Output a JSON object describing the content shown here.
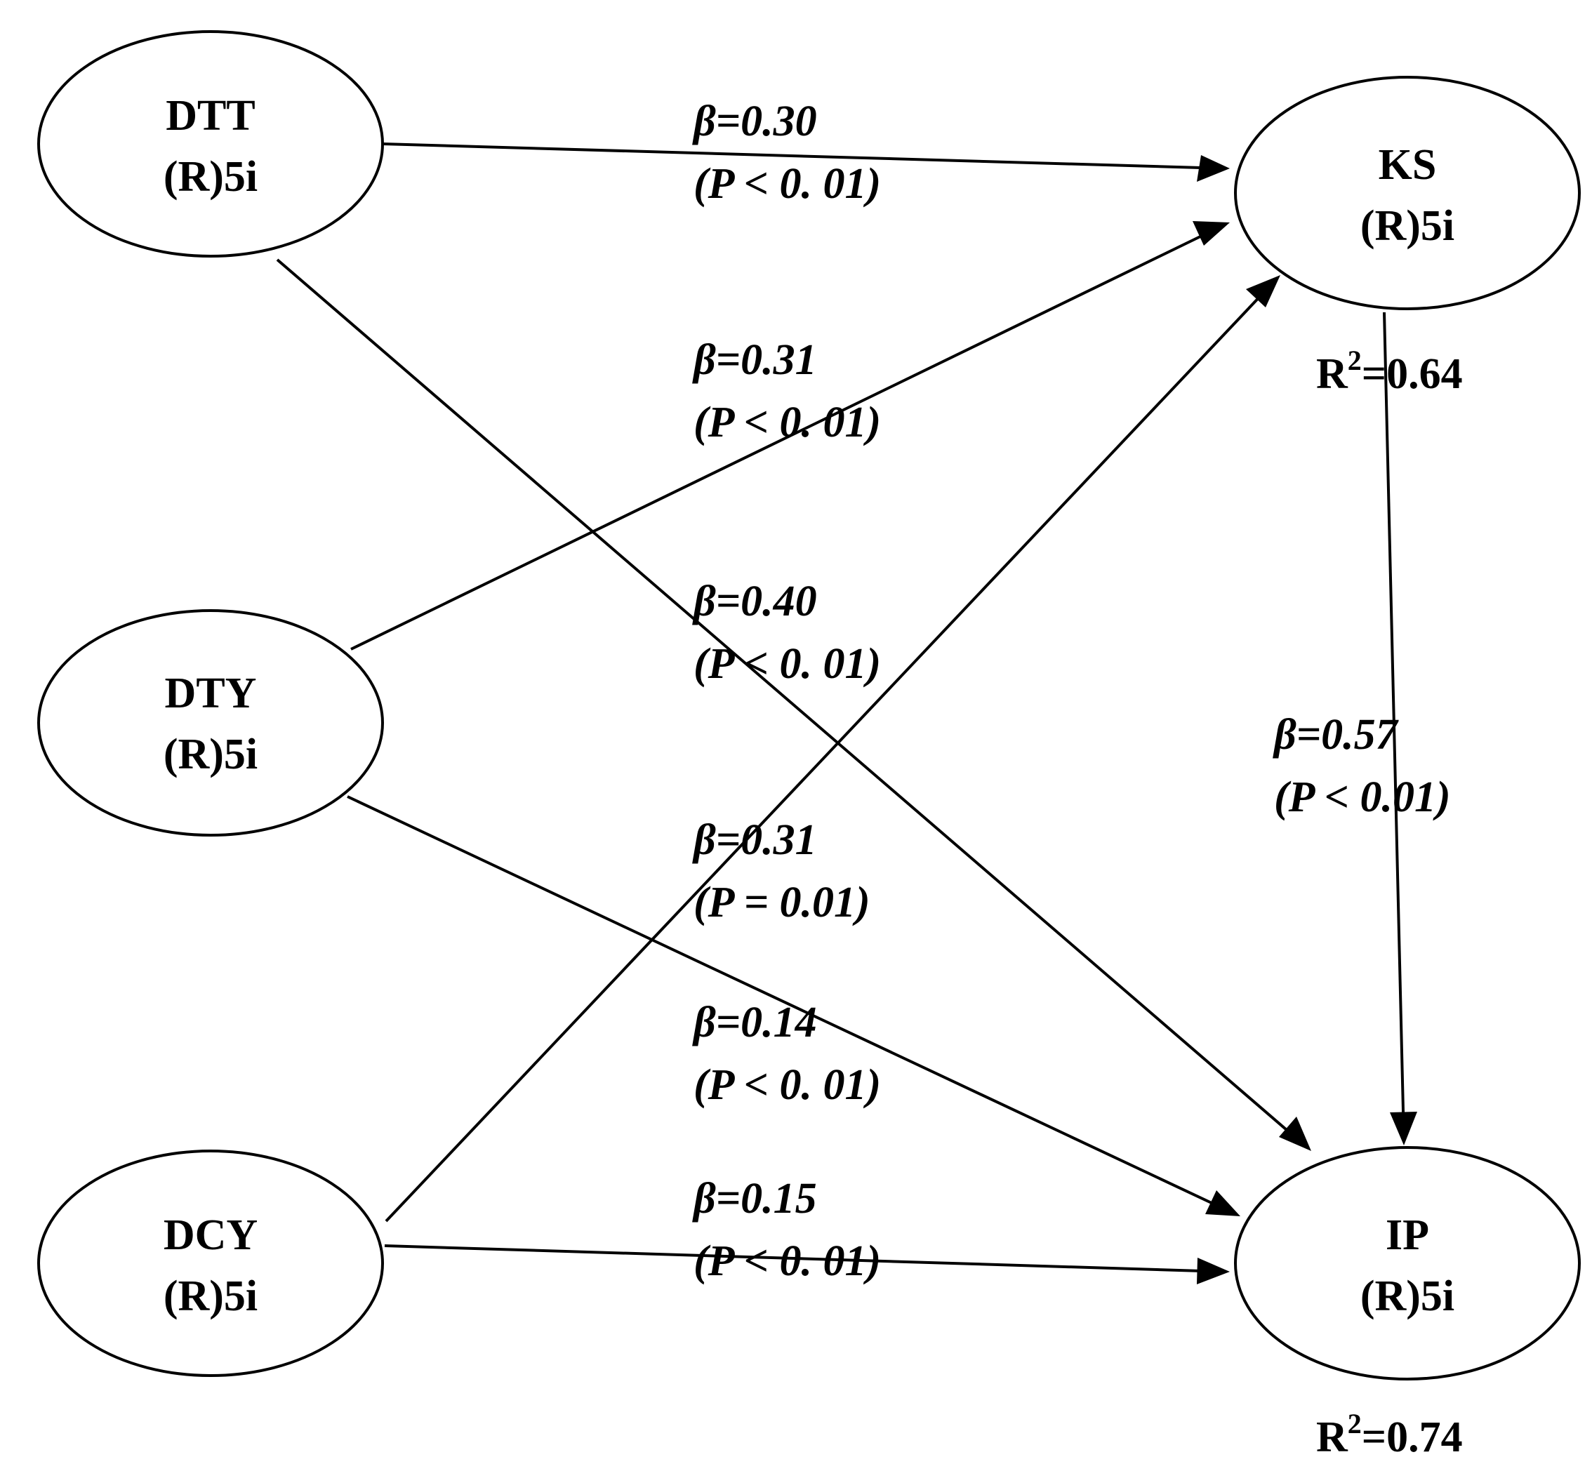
{
  "nodes": {
    "dtt": {
      "name": "DTT",
      "sub": "(R)5i"
    },
    "dty": {
      "name": "DTY",
      "sub": "(R)5i"
    },
    "dcy": {
      "name": "DCY",
      "sub": "(R)5i"
    },
    "ks": {
      "name": "KS",
      "sub": "(R)5i"
    },
    "ip": {
      "name": "IP",
      "sub": "(R)5i"
    }
  },
  "paths": {
    "dtt_ks": {
      "beta": "β=0.30",
      "p": "(P < 0. 01)"
    },
    "dty_ks": {
      "beta": "β=0.31",
      "p": "(P < 0. 01)"
    },
    "dtt_ip": {
      "beta": "β=0.40",
      "p": "(P < 0. 01)"
    },
    "dcy_ks": {
      "beta": "β=0.31",
      "p": "(P = 0.01)"
    },
    "dty_ip": {
      "beta": "β=0.14",
      "p": "(P < 0. 01)"
    },
    "dcy_ip": {
      "beta": "β=0.15",
      "p": "(P < 0. 01)"
    },
    "ks_ip": {
      "beta": "β=0.57",
      "p": "(P < 0.01)"
    }
  },
  "r2": {
    "ks": {
      "label": "R",
      "sup": "2",
      "value": "=0.64"
    },
    "ip": {
      "label": "R",
      "sup": "2",
      "value": "=0.74"
    }
  }
}
